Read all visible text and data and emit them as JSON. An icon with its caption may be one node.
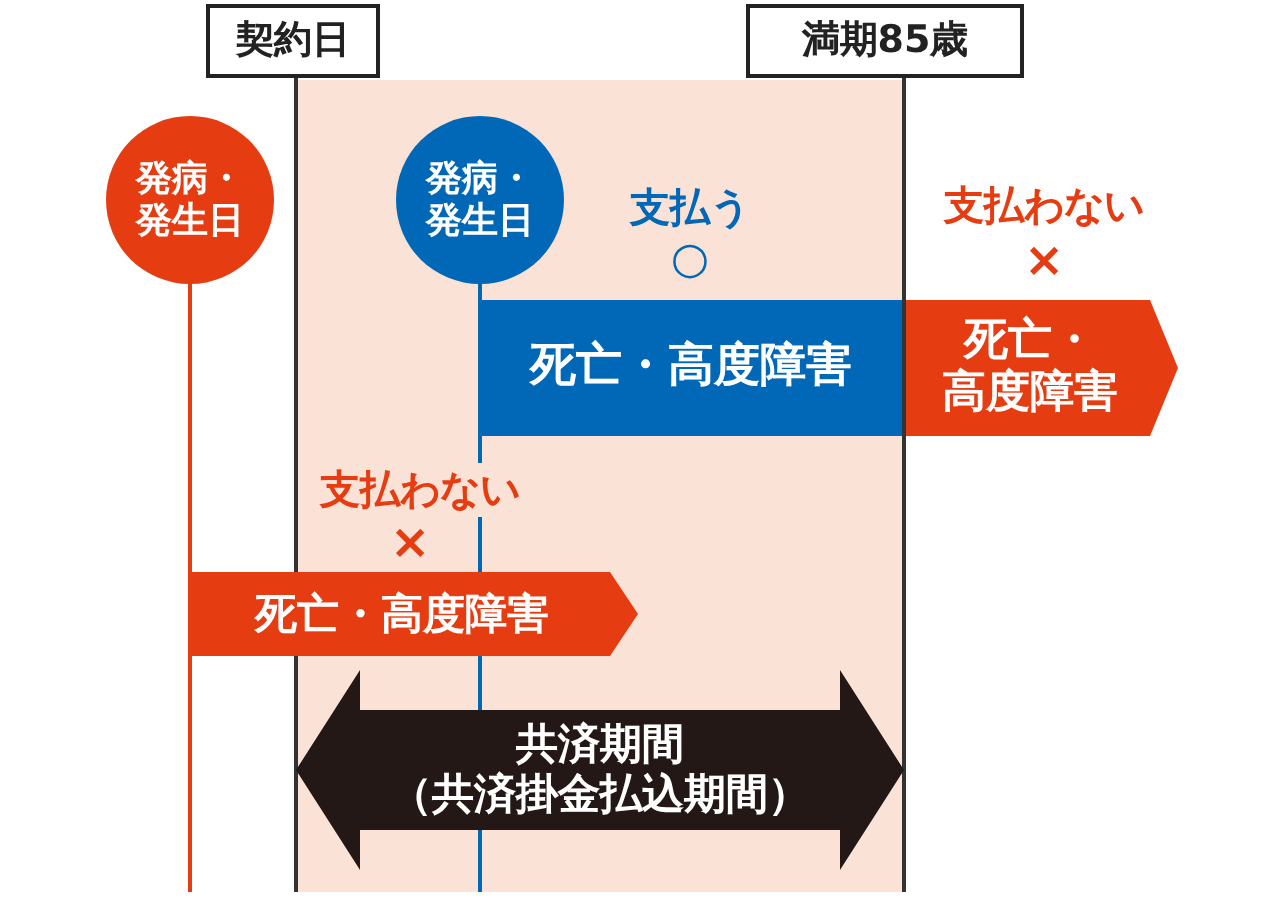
{
  "diagram": {
    "nodes": [
      {
        "text": [
          "契約日"
        ]
      },
      {
        "text": [
          "満期85歳"
        ]
      },
      {
        "text": [
          "発病・発生日"
        ]
      },
      {
        "text": [
          "発病・発生日"
        ]
      },
      {
        "text": [
          "死亡・高度障害"
        ]
      },
      {
        "text": [
          "死亡・高度障害"
        ]
      },
      {
        "text": [
          "死亡・高度障害"
        ]
      },
      {
        "text": [
          "共済期間",
          "（共済掛金払込期間）"
        ]
      }
    ],
    "edges": [],
    "labels": [
      "支払う",
      "○",
      "支払わない",
      "×",
      "支払わない",
      "×"
    ]
  }
}
